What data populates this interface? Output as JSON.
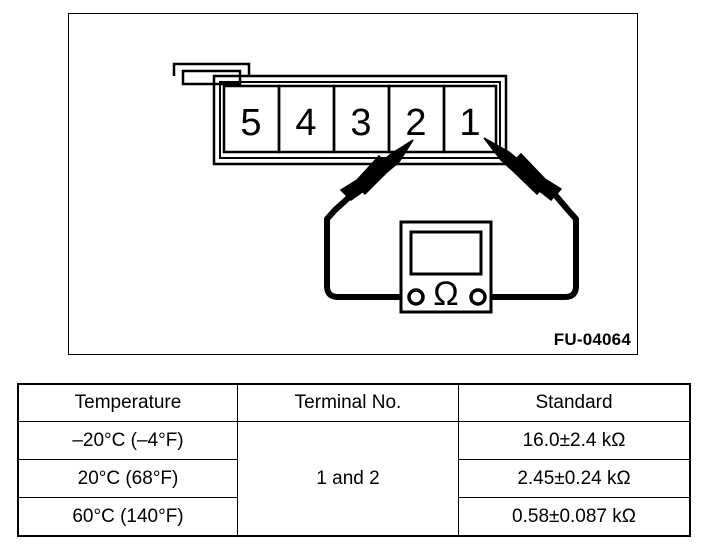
{
  "figure": {
    "id_label": "FU-04064",
    "connector": {
      "name": "5-pin sensor connector",
      "terminals": [
        "5",
        "4",
        "3",
        "2",
        "1"
      ],
      "probed_terminals": [
        "2",
        "1"
      ],
      "latch": "top-latch-tab"
    },
    "meter": {
      "name": "ohmmeter",
      "symbol": "Ω",
      "display": "blank-display",
      "terminals": 2
    },
    "probes": [
      {
        "name": "left-test-probe",
        "touches_terminal": "2"
      },
      {
        "name": "right-test-probe",
        "touches_terminal": "1"
      }
    ]
  },
  "table": {
    "headers": [
      "Temperature",
      "Terminal No.",
      "Standard"
    ],
    "terminal_no": "1 and 2",
    "rows": [
      {
        "temperature": "–20°C (–4°F)",
        "standard": "16.0±2.4 kΩ"
      },
      {
        "temperature": "20°C (68°F)",
        "standard": "2.45±0.24 kΩ"
      },
      {
        "temperature": "60°C (140°F)",
        "standard": "0.58±0.087 kΩ"
      }
    ]
  }
}
